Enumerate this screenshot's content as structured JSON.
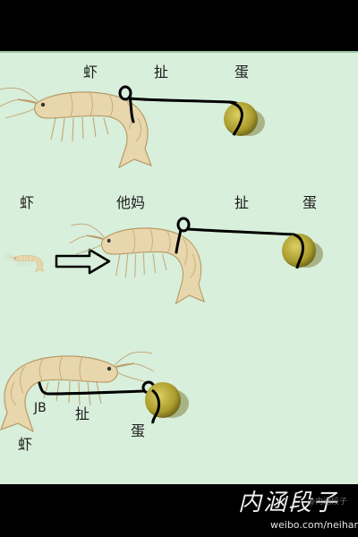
{
  "panel1": {
    "shrimp": "虾",
    "pull": "扯",
    "egg": "蛋"
  },
  "panel2": {
    "shrimp": "虾",
    "his_mom": "他妈",
    "pull": "扯",
    "egg": "蛋"
  },
  "panel3": {
    "jb": "JB",
    "pull": "扯",
    "egg": "蛋",
    "shrimp": "虾"
  },
  "footer": {
    "logo": "内涵段子",
    "handle": "@内涵段子",
    "url": "weibo.com/neihandz"
  },
  "colors": {
    "background": "#d8efdb",
    "shrimp_fill": "#e8d6ad",
    "shrimp_stroke": "#b79b68",
    "egg": "#b8aa3c",
    "string": "#000000"
  }
}
